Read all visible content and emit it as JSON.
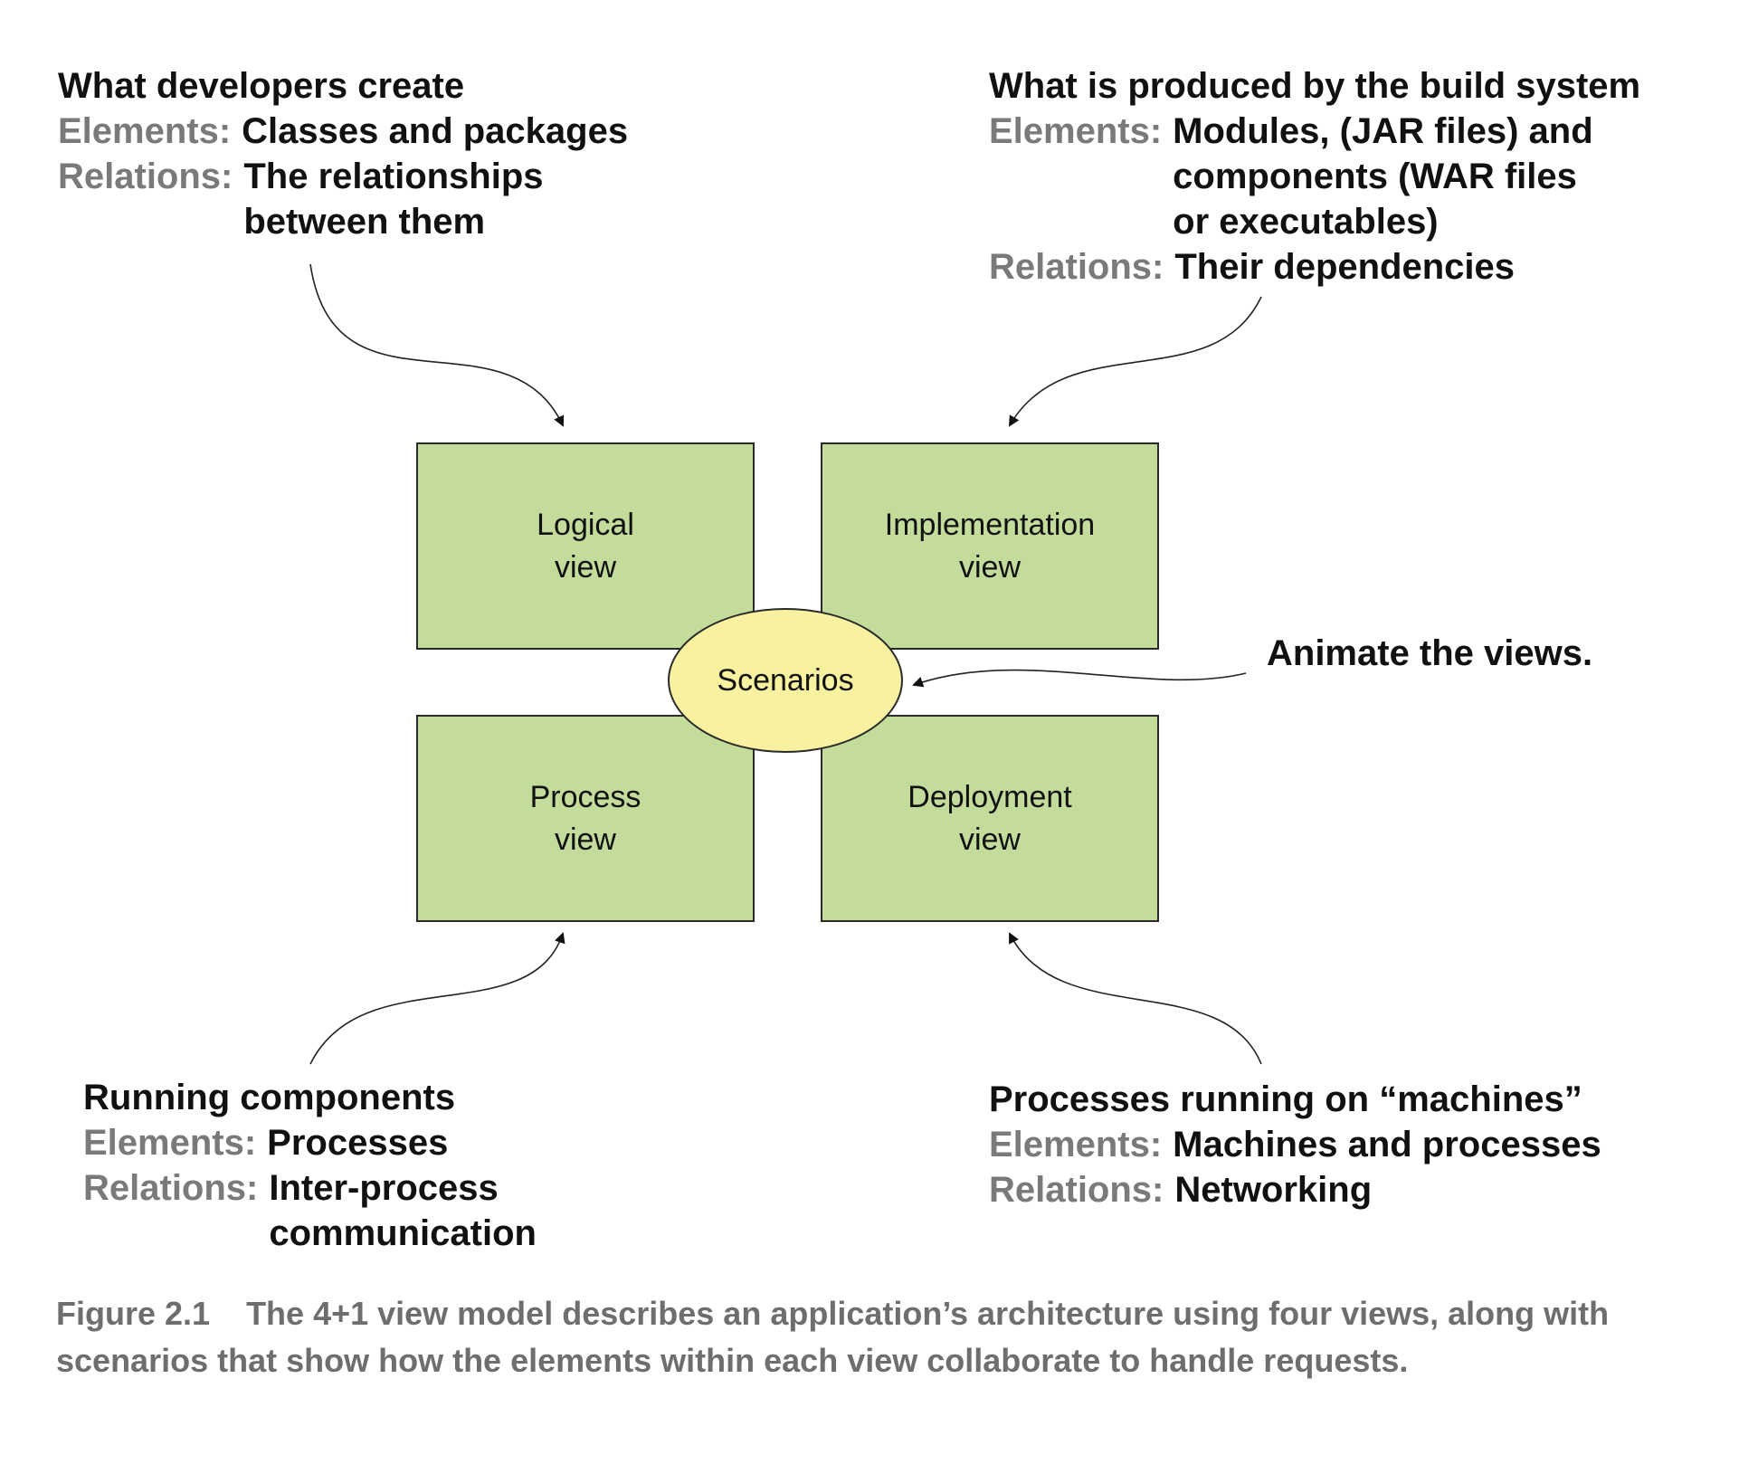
{
  "logical_annotation": {
    "heading": "What developers create",
    "elements_label": "Elements:",
    "elements_lines": [
      "Classes and packages"
    ],
    "relations_label": "Relations:",
    "relations_lines": [
      "The relationships",
      "between them"
    ]
  },
  "implementation_annotation": {
    "heading": "What is produced by the build system",
    "elements_label": "Elements:",
    "elements_lines": [
      "Modules, (JAR files) and",
      "components (WAR files",
      "or executables)"
    ],
    "relations_label": "Relations:",
    "relations_lines": [
      "Their dependencies"
    ]
  },
  "process_annotation": {
    "heading": "Running components",
    "elements_label": "Elements:",
    "elements_lines": [
      "Processes"
    ],
    "relations_label": "Relations:",
    "relations_lines": [
      "Inter-process",
      "communication"
    ]
  },
  "deployment_annotation": {
    "heading": "Processes running on “machines”",
    "elements_label": "Elements:",
    "elements_lines": [
      "Machines and processes"
    ],
    "relations_label": "Relations:",
    "relations_lines": [
      "Networking"
    ]
  },
  "boxes": {
    "logical": [
      "Logical",
      "view"
    ],
    "implementation": [
      "Implementation",
      "view"
    ],
    "process": [
      "Process",
      "view"
    ],
    "deployment": [
      "Deployment",
      "view"
    ]
  },
  "scenarios_label": "Scenarios",
  "scenarios_annotation": "Animate the views.",
  "caption": {
    "number": "Figure 2.1",
    "text": "The 4+1 view model describes an application’s architecture using four views, along with scenarios that show how the elements within each view collaborate to handle requests."
  },
  "colors": {
    "box_fill": "#c3dc9c",
    "ellipse_fill": "#f8f1a0",
    "label_gray": "#7a7a7a",
    "caption_gray": "#6e6e6e"
  }
}
